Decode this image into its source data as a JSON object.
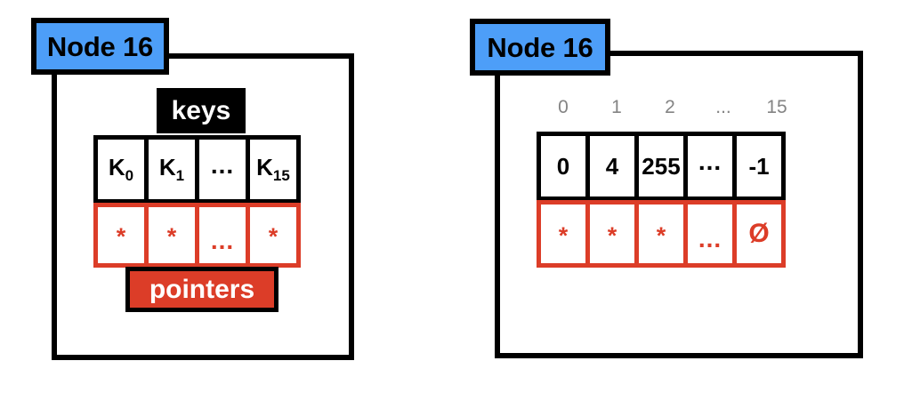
{
  "page": {
    "title": "Node 16 array layout",
    "background": "#ffffff"
  },
  "colors": {
    "node_chip_blue": "#4d9ef8",
    "pointer_red": "#dc3d28",
    "keys_black": "#000000",
    "index_gray": "#848484",
    "cell_white": "#ffffff"
  },
  "diagrams": [
    {
      "id": "abstract",
      "node_label": "Node 16",
      "captions": {
        "keys": "keys",
        "pointers": "pointers"
      },
      "keys_row": [
        {
          "text": "K",
          "sub": "0"
        },
        {
          "text": "K",
          "sub": "1"
        },
        {
          "text": "...",
          "sub": ""
        },
        {
          "text": "K",
          "sub": "15"
        }
      ],
      "pointers_row": [
        {
          "glyph": "*"
        },
        {
          "glyph": "*"
        },
        {
          "glyph": "..."
        },
        {
          "glyph": "*"
        }
      ]
    },
    {
      "id": "concrete",
      "node_label": "Node 16",
      "index_labels": [
        "0",
        "1",
        "2",
        "...",
        "15"
      ],
      "keys_row": [
        {
          "text": "0"
        },
        {
          "text": "4"
        },
        {
          "text": "255"
        },
        {
          "text": "..."
        },
        {
          "text": "-1"
        }
      ],
      "pointers_row": [
        {
          "glyph": "*"
        },
        {
          "glyph": "*"
        },
        {
          "glyph": "*"
        },
        {
          "glyph": "..."
        },
        {
          "glyph": "Ø"
        }
      ]
    }
  ]
}
